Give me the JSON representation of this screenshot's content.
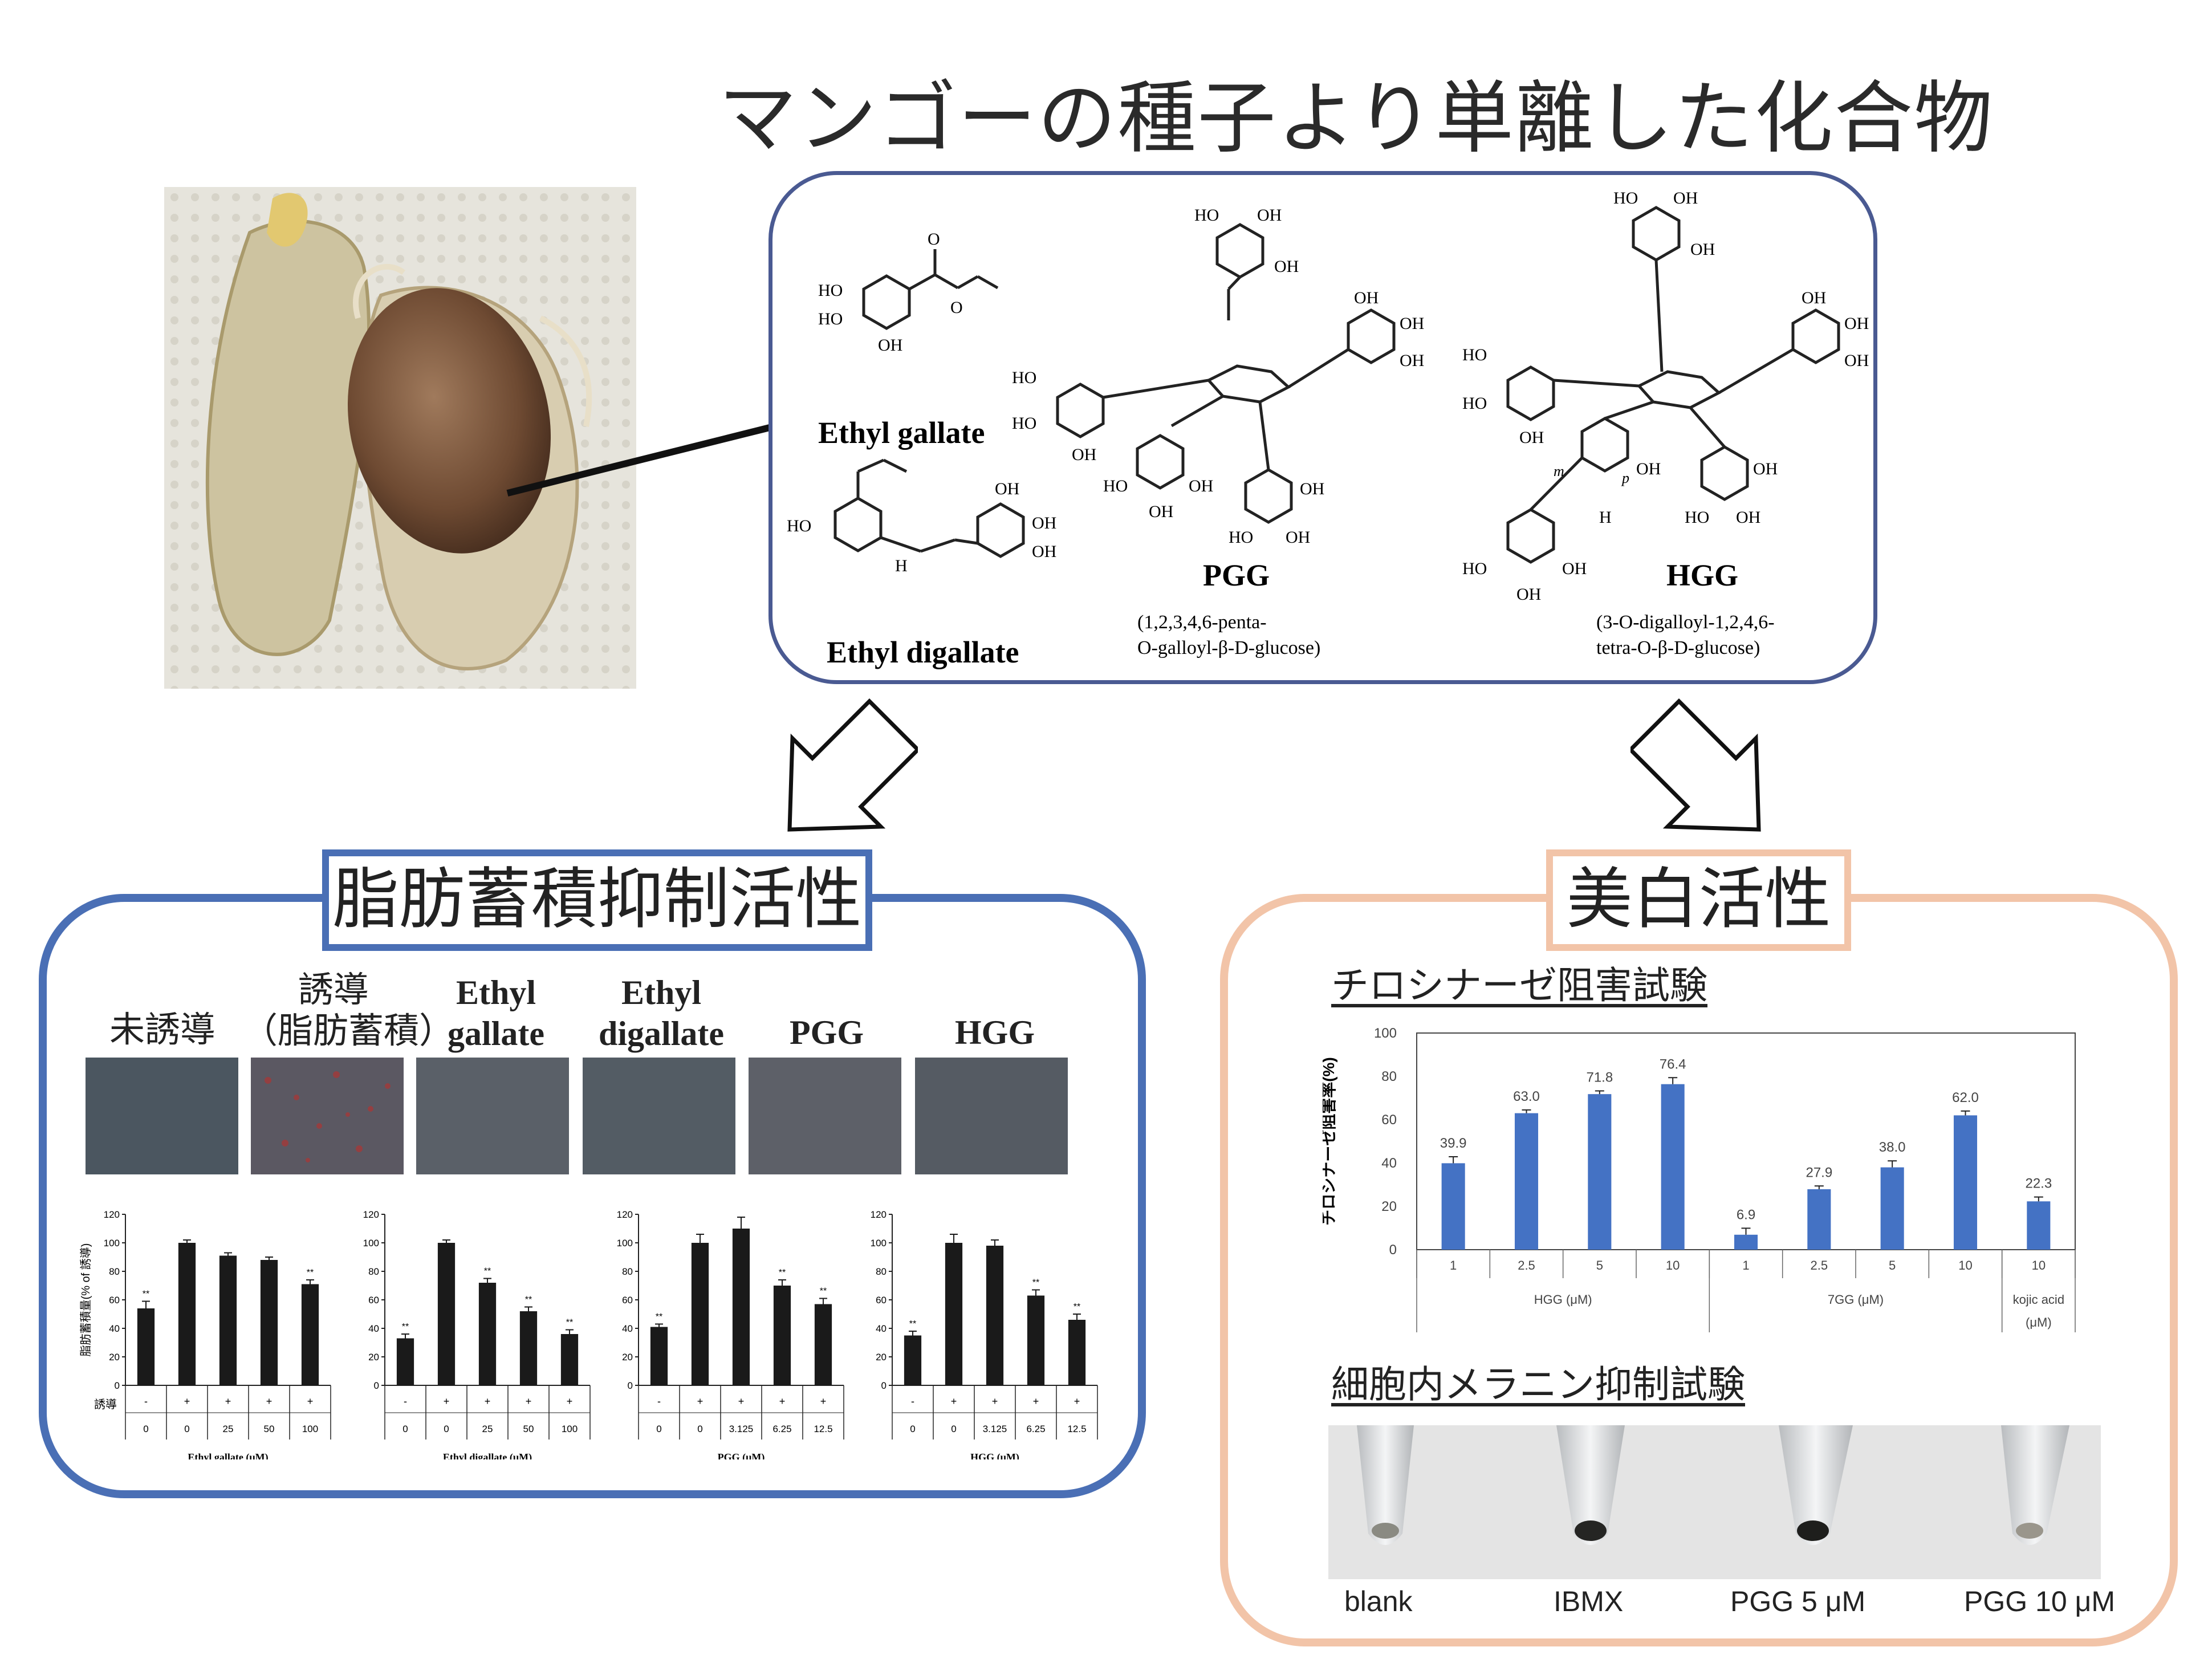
{
  "title": "マンゴーの種子より単離した化合物",
  "compounds": {
    "ethyl_gallate": "Ethyl gallate",
    "ethyl_digallate": "Ethyl digallate",
    "pgg": "PGG",
    "pgg_desc_1": "(1,2,3,4,6-penta-",
    "pgg_desc_2": "O-galloyl-β-D-glucose)",
    "hgg": "HGG",
    "hgg_desc_1": "(3-O-digalloyl-1,2,4,6-",
    "hgg_desc_2": "tetra-O-β-D-glucose)",
    "atoms": {
      "ho": "HO",
      "oh": "OH",
      "o": "O",
      "h": "H",
      "m": "m",
      "p": "p"
    }
  },
  "fat_section": {
    "title": "脂肪蓄積抑制活性",
    "columns": [
      "未誘導",
      "誘導\n（脂肪蓄積）",
      "Ethyl\ngallate",
      "Ethyl\ndigallate",
      "PGG",
      "HGG"
    ],
    "induce_label": "誘導",
    "ylabel": "脂肪蓄積量(% of 誘導)"
  },
  "whitening_section": {
    "title": "美白活性",
    "tyrosinase_title": "チロシナーゼ阻害試験",
    "melanin_title": "細胞内メラニン抑制試験",
    "tube_labels": [
      "blank",
      "IBMX",
      "PGG 5 μM",
      "PGG 10 μM"
    ]
  },
  "colors": {
    "blue_frame": "#4a6fb5",
    "peach_frame": "#f2c4a8",
    "bar_blue": "#4472c4",
    "bar_black": "#1a1a1a"
  },
  "chart_data": [
    {
      "type": "bar",
      "title": "",
      "xlabel": "Ethyl gallate (μM)",
      "ylabel": "脂肪蓄積量(% of 誘導)",
      "ylim": [
        0,
        120
      ],
      "yticks": [
        0,
        20,
        40,
        60,
        80,
        100,
        120
      ],
      "categories": [
        "0",
        "0",
        "25",
        "50",
        "100"
      ],
      "induction": [
        "-",
        "+",
        "+",
        "+",
        "+"
      ],
      "values": [
        54,
        100,
        91,
        88,
        71
      ],
      "errors": [
        5,
        2,
        2,
        2,
        3
      ],
      "significance": [
        "**",
        "",
        "",
        "",
        "**"
      ]
    },
    {
      "type": "bar",
      "title": "",
      "xlabel": "Ethyl digallate (μM)",
      "ylim": [
        0,
        120
      ],
      "yticks": [
        0,
        20,
        40,
        60,
        80,
        100,
        120
      ],
      "categories": [
        "0",
        "0",
        "25",
        "50",
        "100"
      ],
      "induction": [
        "-",
        "+",
        "+",
        "+",
        "+"
      ],
      "values": [
        33,
        100,
        72,
        52,
        36
      ],
      "errors": [
        3,
        2,
        3,
        3,
        3
      ],
      "significance": [
        "**",
        "",
        "**",
        "**",
        "**"
      ]
    },
    {
      "type": "bar",
      "title": "",
      "xlabel": "PGG (μM)",
      "ylim": [
        0,
        120
      ],
      "yticks": [
        0,
        20,
        40,
        60,
        80,
        100,
        120
      ],
      "categories": [
        "0",
        "0",
        "3.125",
        "6.25",
        "12.5"
      ],
      "induction": [
        "-",
        "+",
        "+",
        "+",
        "+"
      ],
      "values": [
        41,
        100,
        110,
        70,
        57
      ],
      "errors": [
        2,
        6,
        8,
        4,
        4
      ],
      "significance": [
        "**",
        "",
        "",
        "**",
        "**"
      ]
    },
    {
      "type": "bar",
      "title": "",
      "xlabel": "HGG (μM)",
      "ylim": [
        0,
        120
      ],
      "yticks": [
        0,
        20,
        40,
        60,
        80,
        100,
        120
      ],
      "categories": [
        "0",
        "0",
        "3.125",
        "6.25",
        "12.5"
      ],
      "induction": [
        "-",
        "+",
        "+",
        "+",
        "+"
      ],
      "values": [
        35,
        100,
        98,
        63,
        46
      ],
      "errors": [
        3,
        6,
        4,
        4,
        4
      ],
      "significance": [
        "**",
        "",
        "",
        "**",
        "**"
      ]
    },
    {
      "type": "bar",
      "title": "チロシナーゼ阻害試験",
      "ylabel": "チロシナーゼ阻害率(%)",
      "ylim": [
        0,
        100
      ],
      "yticks": [
        0,
        20,
        40,
        60,
        80,
        100
      ],
      "groups": [
        {
          "name": "HGG (μM)",
          "categories": [
            "1",
            "2.5",
            "5",
            "10"
          ],
          "values": [
            39.9,
            63.0,
            71.8,
            76.4
          ],
          "errors": [
            3,
            1.5,
            1.5,
            3
          ]
        },
        {
          "name": "7GG (μM)",
          "categories": [
            "1",
            "2.5",
            "5",
            "10"
          ],
          "values": [
            6.9,
            27.9,
            38.0,
            62.0
          ],
          "errors": [
            3,
            1.5,
            3,
            2
          ]
        },
        {
          "name": "kojic acid\n(μM)",
          "categories": [
            "10"
          ],
          "values": [
            22.3
          ],
          "errors": [
            2
          ]
        }
      ]
    }
  ]
}
